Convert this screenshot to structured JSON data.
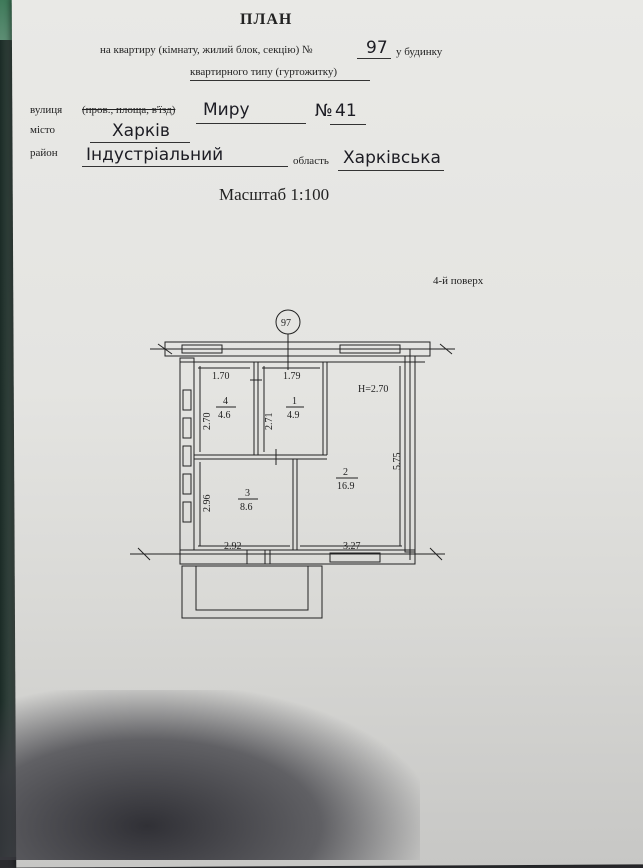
{
  "header": {
    "title": "ПЛАН",
    "line1_prefix": "на квартиру (кімнату, жилий блок, секцію) №",
    "apt_number": "97",
    "line1_suffix": "у будинку",
    "line2": "квартирного типу (гуртожитку)"
  },
  "address": {
    "street_label": "вулиця",
    "street_options": "(пров., площа, в'їзд)",
    "street_value": "Миру",
    "number_label": "№",
    "number_value": "41",
    "city_label": "місто",
    "city_value": "Харків",
    "district_label": "район",
    "district_value": "Індустріальний",
    "region_label": "область",
    "region_value": "Харківська"
  },
  "scale": "Масштаб 1:100",
  "floor": "4-й поверх",
  "plan": {
    "apt_marker": "97",
    "height_label": "H=2.70",
    "dimensions": {
      "top_left": "1.70",
      "top_mid": "1.79",
      "left_upper": "2.70",
      "mid_vertical": "2.71",
      "left_lower": "2.96",
      "right_vertical": "5.75",
      "bottom_left": "2.92",
      "bottom_right": "3.27"
    },
    "rooms": [
      {
        "number": "4",
        "area": "4.6"
      },
      {
        "number": "1",
        "area": "4.9"
      },
      {
        "number": "2",
        "area": "16.9"
      },
      {
        "number": "3",
        "area": "8.6"
      }
    ]
  }
}
